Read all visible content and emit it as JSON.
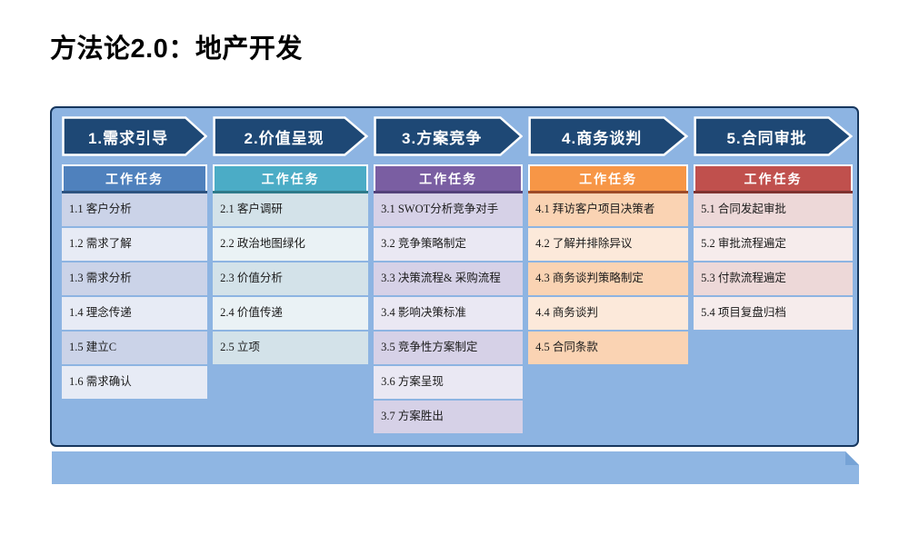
{
  "title": "方法论2.0：地产开发",
  "arrow_color": "#1E4875",
  "panel": {
    "bg": "#8DB4E2",
    "border": "#17375E",
    "strip": "#8FB6E3"
  },
  "columns": [
    {
      "stage": "1.需求引导",
      "header": "工作任务",
      "colors": {
        "accent": "#4F81BD",
        "accent_dark": "#2D5380",
        "row_a": "#CBD3E8",
        "row_b": "#E7EBF5"
      },
      "tasks": [
        "1.1 客户分析",
        "1.2 需求了解",
        "1.3 需求分析",
        "1.4 理念传递",
        "1.5 建立C",
        "1.6 需求确认"
      ]
    },
    {
      "stage": "2.价值呈现",
      "header": "工作任务",
      "colors": {
        "accent": "#4BACC6",
        "accent_dark": "#2E7A8A",
        "row_a": "#D3E2E9",
        "row_b": "#EAF2F5"
      },
      "tasks": [
        "2.1 客户调研",
        "2.2 政治地图绿化",
        "2.3 价值分析",
        "2.4 价值传递",
        "2.5 立项"
      ]
    },
    {
      "stage": "3.方案竞争",
      "header": "工作任务",
      "colors": {
        "accent": "#7A5EA2",
        "accent_dark": "#53417A",
        "row_a": "#D6D1E7",
        "row_b": "#EAE8F3"
      },
      "tasks": [
        "3.1 SWOT分析竞争对手",
        "3.2 竞争策略制定",
        "3.3 决策流程& 采购流程",
        "3.4 影响决策标准",
        "3.5 竞争性方案制定",
        "3.6 方案呈现",
        "3.7 方案胜出"
      ]
    },
    {
      "stage": "4.商务谈判",
      "header": "工作任务",
      "colors": {
        "accent": "#F79646",
        "accent_dark": "#9E4B28",
        "row_a": "#FAD3B3",
        "row_b": "#FCE9DA"
      },
      "tasks": [
        "4.1 拜访客户项目决策者",
        "4.2 了解并排除异议",
        "4.3 商务谈判策略制定",
        "4.4 商务谈判",
        "4.5 合同条款"
      ]
    },
    {
      "stage": "5.合同审批",
      "header": "工作任务",
      "colors": {
        "accent": "#C0504D",
        "accent_dark": "#7E3230",
        "row_a": "#EDD8D8",
        "row_b": "#F6ECEC"
      },
      "tasks": [
        "5.1 合同发起审批",
        "5.2 审批流程遍定",
        "5.3 付款流程遍定",
        "5.4 项目复盘归档"
      ]
    }
  ]
}
